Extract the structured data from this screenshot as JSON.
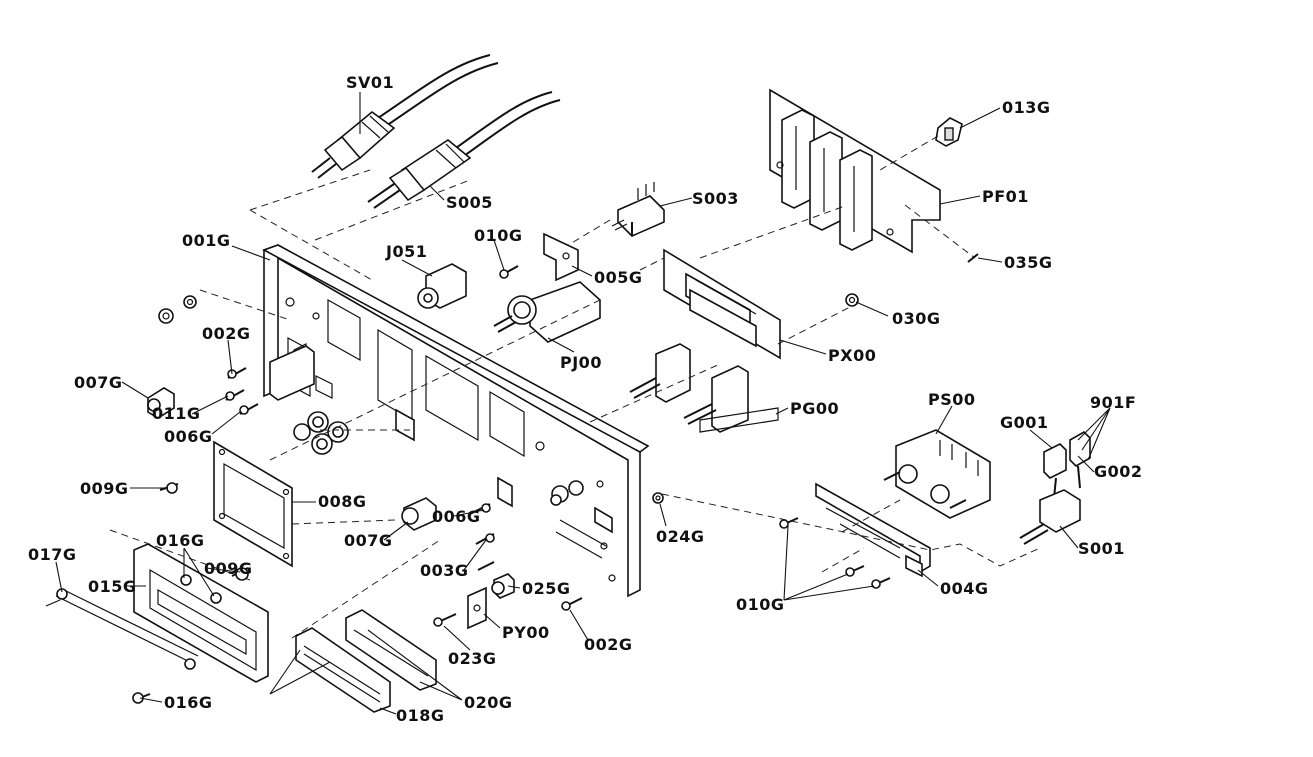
{
  "labels": {
    "sv01": "SV01",
    "s005": "S005",
    "s003": "S003",
    "g013": "013G",
    "pf01": "PF01",
    "g035": "035G",
    "g001": "001G",
    "j051": "J051",
    "g010_top": "010G",
    "g005": "005G",
    "g030": "030G",
    "px00": "PX00",
    "pj00": "PJ00",
    "g002_left": "002G",
    "g007_left": "007G",
    "g011": "011G",
    "g006_left": "006G",
    "pg00": "PG00",
    "ps00": "PS00",
    "g001_sw": "G001",
    "f901": "901F",
    "g002_sw": "G002",
    "g009_left": "009G",
    "g008": "008G",
    "g006_mid": "006G",
    "g007_mid": "007G",
    "g024": "024G",
    "s001": "S001",
    "g017": "017G",
    "g016_top": "016G",
    "g009_low": "009G",
    "g015": "015G",
    "g003": "003G",
    "g025": "025G",
    "g004": "004G",
    "g010_bottom": "010G",
    "py00": "PY00",
    "g002_bottom": "002G",
    "g023": "023G",
    "g016_bottom": "016G",
    "g020": "020G",
    "g018": "018G"
  },
  "colors": {
    "ink": "#111111",
    "paper": "#ffffff"
  }
}
